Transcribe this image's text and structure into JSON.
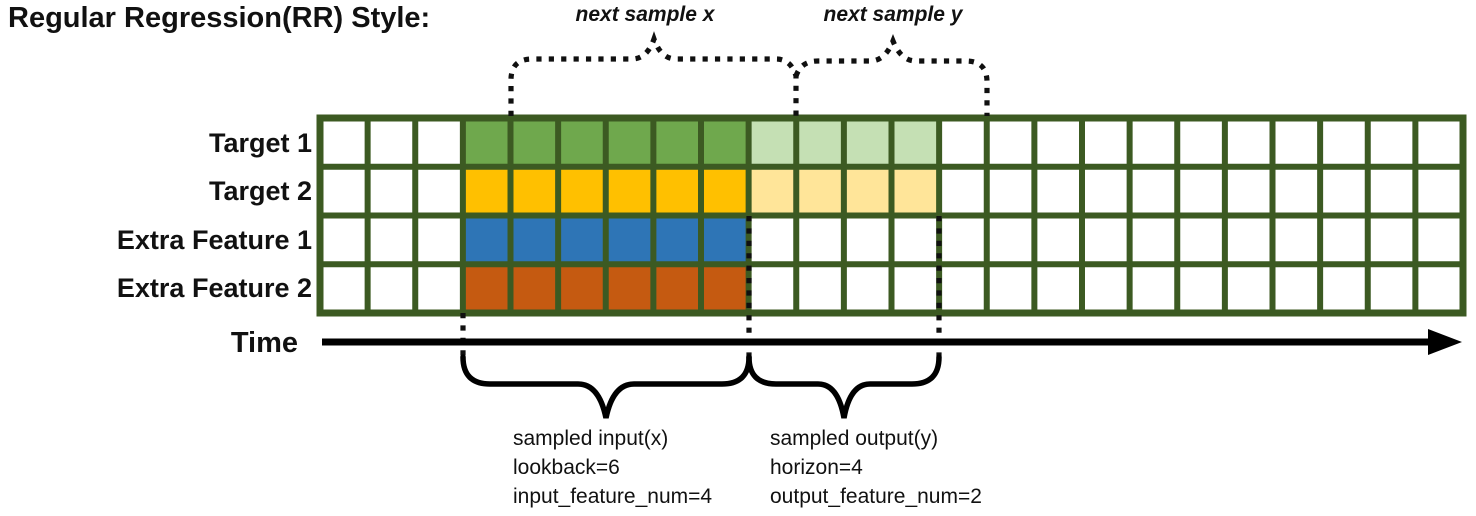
{
  "title": "Regular Regression(RR) Style:",
  "grid": {
    "columns": 24,
    "rows": [
      {
        "label": "Target 1",
        "input_color": "#6FA84D",
        "output_color": "#C5E0B4"
      },
      {
        "label": "Target 2",
        "input_color": "#FFC000",
        "output_color": "#FFE599"
      },
      {
        "label": "Extra Feature 1",
        "input_color": "#2E75B6",
        "output_color": null
      },
      {
        "label": "Extra Feature 2",
        "input_color": "#C55A11",
        "output_color": null
      }
    ],
    "input_cols": {
      "start": 4,
      "end": 9
    },
    "output_cols": {
      "start": 10,
      "end": 13
    },
    "border_color": "#3C5A22",
    "empty_color": "#FFFFFF"
  },
  "annotations": {
    "next_sample_x": "next sample x",
    "next_sample_y": "next sample y",
    "time_label": "Time",
    "input_label_lines": [
      "sampled input(x)",
      "lookback=6",
      "input_feature_num=4"
    ],
    "output_label_lines": [
      "sampled output(y)",
      "horizon=4",
      "output_feature_num=2"
    ]
  }
}
